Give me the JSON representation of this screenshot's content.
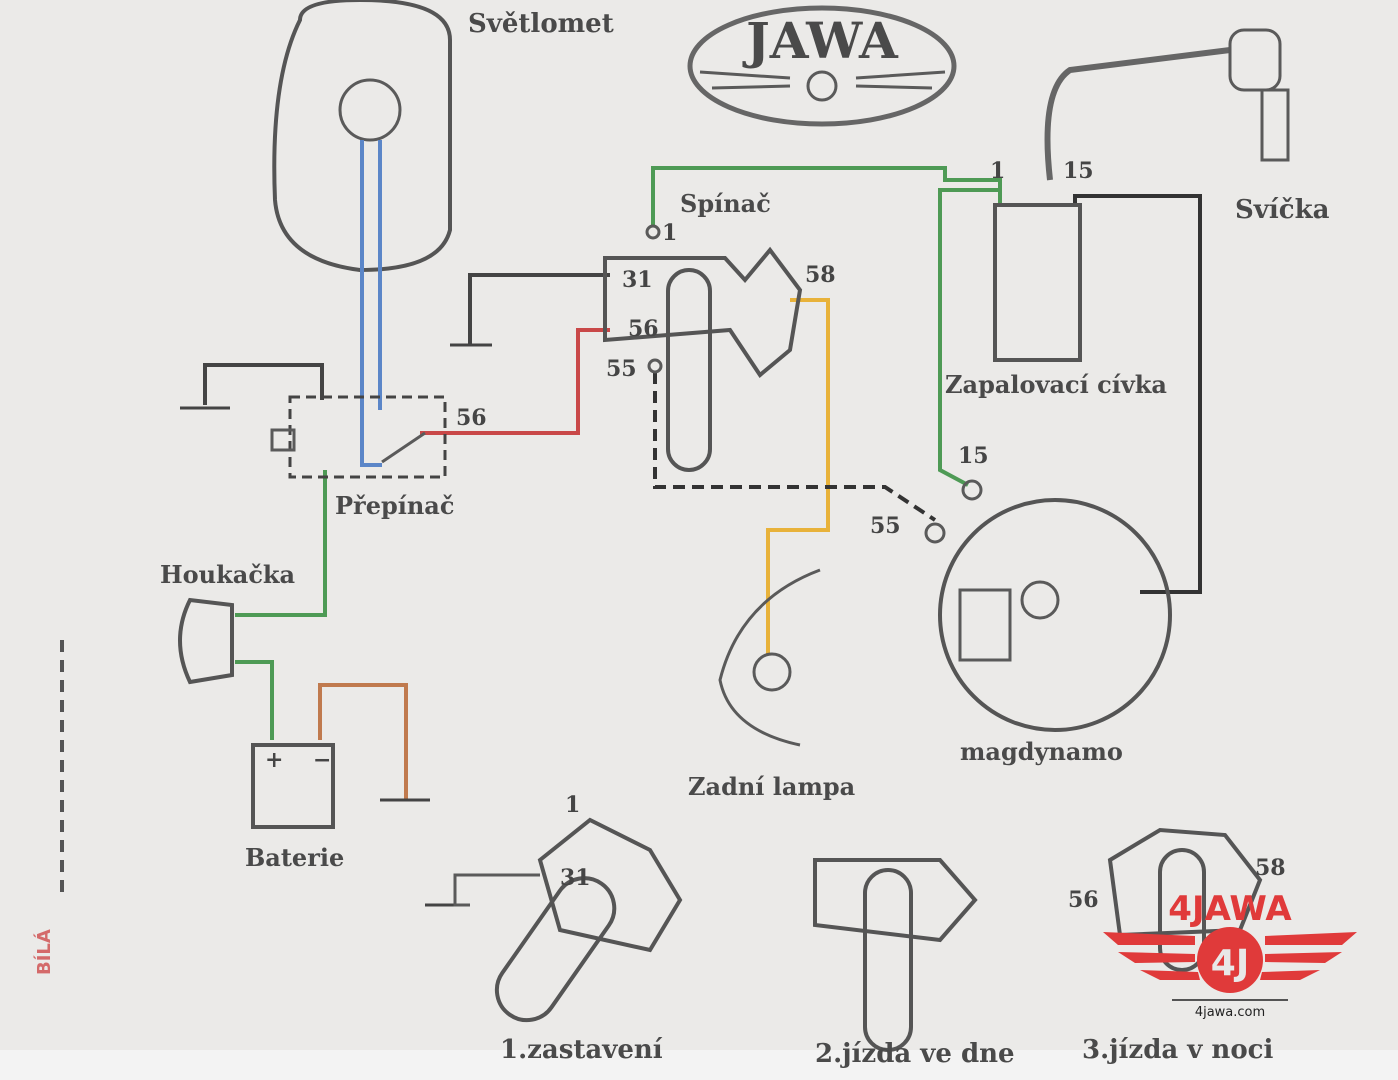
{
  "title_logo": "JAWA",
  "components": {
    "headlight": "Světlomet",
    "switch": "Spínač",
    "spark_plug": "Svíčka",
    "ignition_coil": "Zapalovací cívka",
    "magdynamo": "magdynamo",
    "selector": "Přepínač",
    "horn": "Houkačka",
    "battery": "Baterie",
    "rear_lamp": "Zadní lampa"
  },
  "terminals": {
    "switch_1": "1",
    "switch_31": "31",
    "switch_58": "58",
    "switch_56": "56",
    "switch_55": "55",
    "coil_1": "1",
    "coil_15": "15",
    "mag_15": "15",
    "mag_55": "55",
    "selector_56": "56",
    "battery_plus": "+",
    "battery_minus": "−"
  },
  "positions": [
    {
      "label": "1.zastavení",
      "t1": "1",
      "t2": "31"
    },
    {
      "label": "2.jízda ve dne"
    },
    {
      "label": "3.jízda v noci",
      "t1": "56",
      "t2": "58"
    }
  ],
  "side_note": "BÍLÁ",
  "watermark": {
    "brand": "4JAWA",
    "site": "4jawa.com",
    "color": "#e03a3a"
  },
  "wire_colors": {
    "blue": "#5b86c8",
    "green": "#4e9a55",
    "red": "#c94848",
    "yellow": "#e8b23a",
    "brown": "#c07a4e",
    "black": "#333333"
  }
}
